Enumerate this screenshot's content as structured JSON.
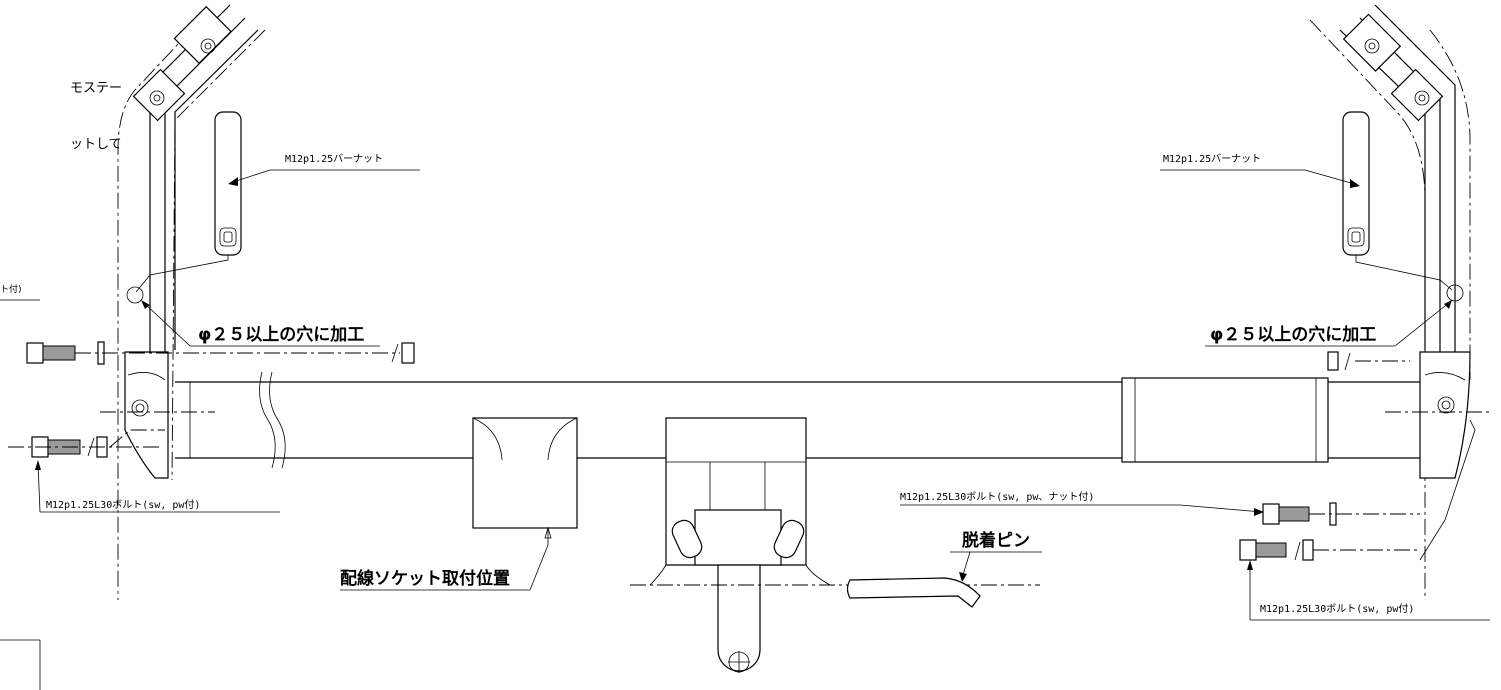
{
  "left_notes": {
    "line1": "モステー",
    "line2": "ットして",
    "line3": "ト付)"
  },
  "labels": {
    "bar_nut_left": "M12p1.25バーナット",
    "bar_nut_right": "M12p1.25バーナット",
    "hole_left": "φ２５以上の穴に加工",
    "hole_right": "φ２５以上の穴に加工",
    "bolt_left": "M12p1.25L30ボルト(sw, pw付)",
    "bolt_right_nut": "M12p1.25L30ボルト(sw, pw、ナット付)",
    "bolt_right": "M12p1.25L30ボルト(sw, pw付)",
    "socket_position": "配線ソケット取付位置",
    "detach_pin": "脱着ピン"
  }
}
